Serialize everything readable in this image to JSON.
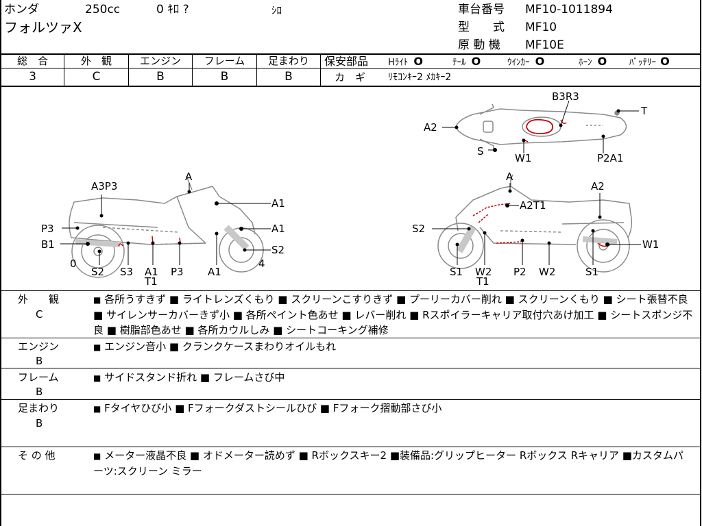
{
  "header": {
    "maker": "ホンダ",
    "displacement": "250cc",
    "mileage": "0 ｷﾛ ?",
    "color": "ｼﾛ",
    "model_name": "フォルツァX",
    "frame_number_label": "車台番号",
    "frame_number": "MF10-1011894",
    "type_label": "型　　式",
    "type_value": "MF10",
    "engine_model_label": "原 動 機",
    "engine_model": "MF10E"
  },
  "grades": {
    "columns": [
      {
        "label": "総　合",
        "value": "3"
      },
      {
        "label": "外　観",
        "value": "C"
      },
      {
        "label": "エンジン",
        "value": "B"
      },
      {
        "label": "フレーム",
        "value": "B"
      },
      {
        "label": "足まわり",
        "value": "B"
      }
    ]
  },
  "safety": {
    "label": "保安部品",
    "items": [
      {
        "name": "Hﾗｲﾄ",
        "mark": "O"
      },
      {
        "name": "ﾃｰﾙ",
        "mark": "O"
      },
      {
        "name": "ｳｲﾝｶｰ",
        "mark": "O"
      },
      {
        "name": "ﾎｰﾝ",
        "mark": "O"
      },
      {
        "name": "ﾊﾞｯﾃﾘｰ",
        "mark": "O"
      }
    ],
    "key_label": "カ　ギ",
    "key_value": "ﾘﾓｺﾝｷｰ2 ﾒｶｷｰ2"
  },
  "diagram": {
    "top_labels": [
      "B3R3",
      "A2",
      "T",
      "S",
      "W1",
      "P2A1"
    ],
    "left_labels": [
      "A",
      "A3P3",
      "A1",
      "P3",
      "A1",
      "B1",
      "S2",
      "0",
      "4",
      "S2",
      "S3",
      "A1",
      "T1",
      "P3",
      "A1"
    ],
    "right_labels": [
      "A",
      "A2",
      "A2T1",
      "S2",
      "W1",
      "S1",
      "W2",
      "T1",
      "P2",
      "W2",
      "S1"
    ]
  },
  "sections": [
    {
      "title": "外　　観",
      "grade": "C",
      "bullet": "■",
      "text": "各所うすきず ■ ライトレンズくもり ■ スクリーンこすりきず ■ プーリーカバー削れ ■ スクリーンくもり ■ シート張替不良 ■ サイレンサーカバーきず小 ■ 各所ペイント色あせ ■ レバー削れ ■ Rスポイラーキャリア取付穴あけ加工 ■ シートスポンジ不良 ■ 樹脂部色あせ ■ 各所カウルしみ ■ シートコーキング補修"
    },
    {
      "title": "エンジン",
      "grade": "B",
      "bullet": "■",
      "text": "エンジン音小 ■ クランクケースまわりオイルもれ"
    },
    {
      "title": "フレーム",
      "grade": "B",
      "bullet": "■",
      "text": "サイドスタンド折れ ■ フレームさび中"
    },
    {
      "title": "足まわり",
      "grade": "B",
      "bullet": "■",
      "text": "Fタイヤひび小 ■ Fフォークダストシールひび ■ Fフォーク摺動部さび小"
    },
    {
      "title": "そ の 他",
      "grade": "",
      "bullet": "■",
      "text": "メーター液晶不良 ■ オドメーター読めず ■ Rボックスキー2 ■装備品:グリップヒーター Rボックス Rキャリア ■カスタムパーツ:スクリーン ミラー"
    }
  ],
  "colors": {
    "line": "#000000",
    "damage": "#cc0000",
    "sketch": "#888888"
  }
}
